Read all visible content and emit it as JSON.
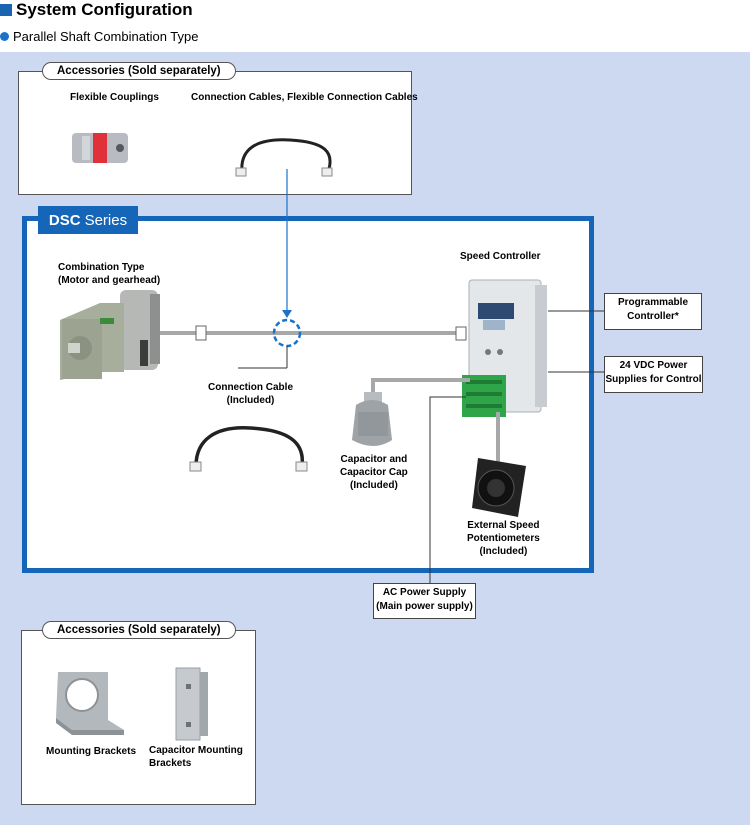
{
  "title": "System Configuration",
  "subtitle": "Parallel Shaft Combination Type",
  "accessories_top": {
    "title": "Accessories (Sold separately)",
    "item1": "Flexible Couplings",
    "item2": "Connection Cables, Flexible Connection Cables"
  },
  "series": {
    "brand": "DSC",
    "suffix": "Series"
  },
  "motor": {
    "line1": "Combination Type",
    "line2": "(Motor and gearhead)"
  },
  "cable_included": {
    "line1": "Connection Cable",
    "line2": "(Included)"
  },
  "speed_controller": "Speed Controller",
  "capacitor": {
    "line1": "Capacitor and",
    "line2": "Capacitor Cap",
    "line3": "(Included)"
  },
  "potentiometer": {
    "line1": "External Speed",
    "line2": "Potentiometers",
    "line3": "(Included)"
  },
  "plc": {
    "line1": "Programmable",
    "line2": "Controller*"
  },
  "vdc": {
    "line1": "24 VDC Power",
    "line2": "Supplies for Control"
  },
  "ac": {
    "line1": "AC Power Supply",
    "line2": "(Main power supply)"
  },
  "accessories_bottom": {
    "title": "Accessories (Sold separately)",
    "item1": "Mounting Brackets",
    "item2_line1": "Capacitor Mounting",
    "item2_line2": "Brackets"
  },
  "colors": {
    "brand_blue": "#1565b8",
    "panel_bg": "#cdd9f1",
    "accent": "#1a73c8"
  }
}
